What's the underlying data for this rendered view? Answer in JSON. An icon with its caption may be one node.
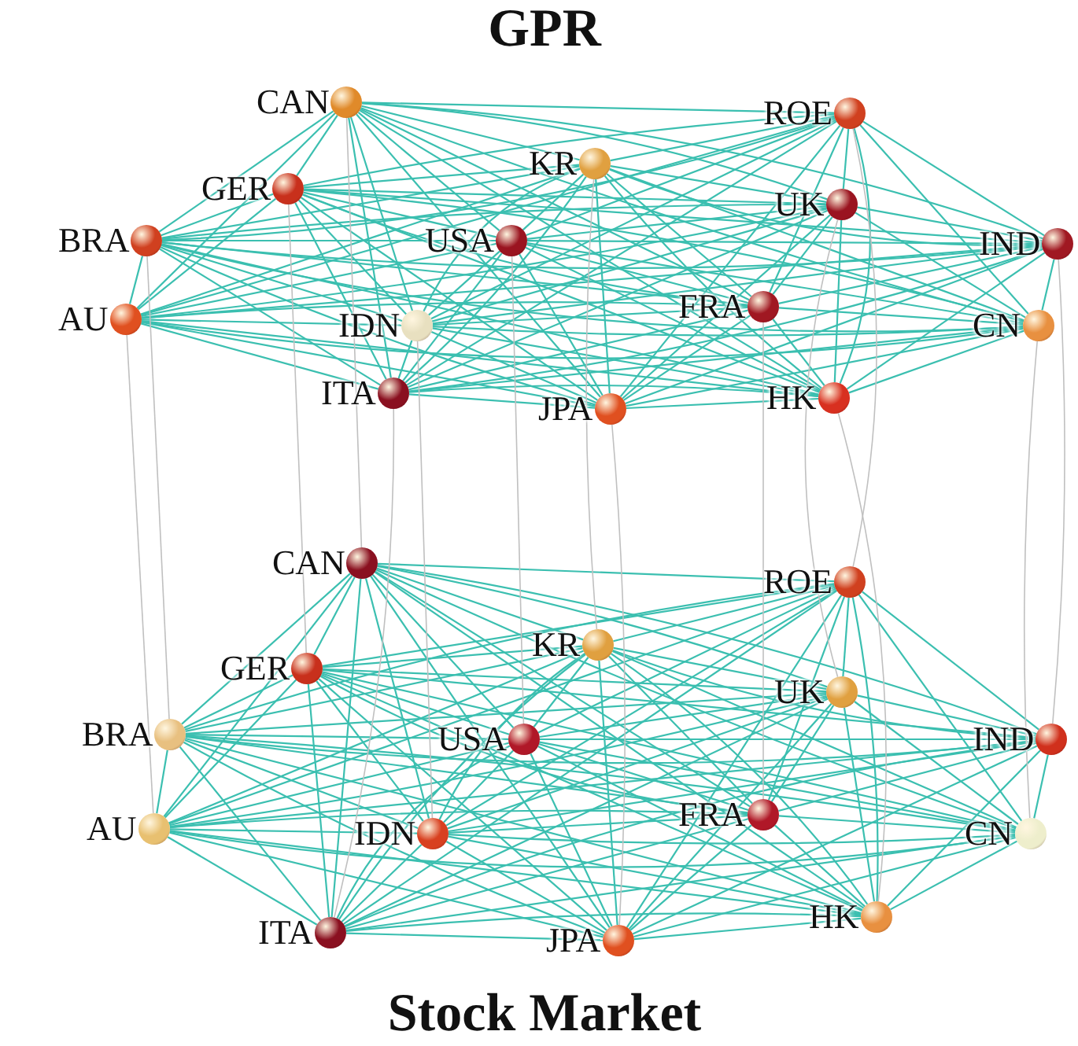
{
  "diagram": {
    "nodes": [
      {
        "text": [
          "CAN"
        ]
      },
      {
        "text": [
          "ROE"
        ]
      },
      {
        "text": [
          "KR"
        ]
      },
      {
        "text": [
          "GER"
        ]
      },
      {
        "text": [
          "UK"
        ]
      },
      {
        "text": [
          "BRA"
        ]
      },
      {
        "text": [
          "USA"
        ]
      },
      {
        "text": [
          "IND"
        ]
      },
      {
        "text": [
          "AU"
        ]
      },
      {
        "text": [
          "IDN"
        ]
      },
      {
        "text": [
          "FRA"
        ]
      },
      {
        "text": [
          "CN"
        ]
      },
      {
        "text": [
          "ITA"
        ]
      },
      {
        "text": [
          "JPA"
        ]
      },
      {
        "text": [
          "HK"
        ]
      },
      {
        "text": [
          "CAN"
        ]
      },
      {
        "text": [
          "ROE"
        ]
      },
      {
        "text": [
          "KR"
        ]
      },
      {
        "text": [
          "GER"
        ]
      },
      {
        "text": [
          "UK"
        ]
      },
      {
        "text": [
          "BRA"
        ]
      },
      {
        "text": [
          "USA"
        ]
      },
      {
        "text": [
          "IND"
        ]
      },
      {
        "text": [
          "AU"
        ]
      },
      {
        "text": [
          "IDN"
        ]
      },
      {
        "text": [
          "FRA"
        ]
      },
      {
        "text": [
          "CN"
        ]
      },
      {
        "text": [
          "ITA"
        ]
      },
      {
        "text": [
          "JPA"
        ]
      },
      {
        "text": [
          "HK"
        ]
      }
    ],
    "edges": [
      {
        "from": 0,
        "to": 1,
        "arrow": "none"
      },
      {
        "from": 0,
        "to": 2,
        "arrow": "none"
      },
      {
        "from": 0,
        "to": 3,
        "arrow": "none"
      },
      {
        "from": 0,
        "to": 4,
        "arrow": "none"
      },
      {
        "from": 0,
        "to": 5,
        "arrow": "none"
      },
      {
        "from": 0,
        "to": 6,
        "arrow": "none"
      },
      {
        "from": 0,
        "to": 7,
        "arrow": "none"
      },
      {
        "from": 0,
        "to": 8,
        "arrow": "none"
      },
      {
        "from": 0,
        "to": 9,
        "arrow": "none"
      },
      {
        "from": 0,
        "to": 10,
        "arrow": "none"
      },
      {
        "from": 0,
        "to": 11,
        "arrow": "none"
      },
      {
        "from": 0,
        "to": 12,
        "arrow": "none"
      },
      {
        "from": 0,
        "to": 13,
        "arrow": "none"
      },
      {
        "from": 0,
        "to": 14,
        "arrow": "none"
      },
      {
        "from": 1,
        "to": 2,
        "arrow": "none"
      },
      {
        "from": 1,
        "to": 3,
        "arrow": "none"
      },
      {
        "from": 1,
        "to": 4,
        "arrow": "none"
      },
      {
        "from": 1,
        "to": 5,
        "arrow": "none"
      },
      {
        "from": 1,
        "to": 6,
        "arrow": "none"
      },
      {
        "from": 1,
        "to": 7,
        "arrow": "none"
      },
      {
        "from": 1,
        "to": 8,
        "arrow": "none"
      },
      {
        "from": 1,
        "to": 9,
        "arrow": "none"
      },
      {
        "from": 1,
        "to": 10,
        "arrow": "none"
      },
      {
        "from": 1,
        "to": 11,
        "arrow": "none"
      },
      {
        "from": 1,
        "to": 12,
        "arrow": "none"
      },
      {
        "from": 1,
        "to": 13,
        "arrow": "none"
      },
      {
        "from": 1,
        "to": 14,
        "arrow": "none"
      },
      {
        "from": 2,
        "to": 3,
        "arrow": "none"
      },
      {
        "from": 2,
        "to": 4,
        "arrow": "none"
      },
      {
        "from": 2,
        "to": 5,
        "arrow": "none"
      },
      {
        "from": 2,
        "to": 6,
        "arrow": "none"
      },
      {
        "from": 2,
        "to": 7,
        "arrow": "none"
      },
      {
        "from": 2,
        "to": 8,
        "arrow": "none"
      },
      {
        "from": 2,
        "to": 9,
        "arrow": "none"
      },
      {
        "from": 2,
        "to": 10,
        "arrow": "none"
      },
      {
        "from": 2,
        "to": 11,
        "arrow": "none"
      },
      {
        "from": 2,
        "to": 12,
        "arrow": "none"
      },
      {
        "from": 2,
        "to": 13,
        "arrow": "none"
      },
      {
        "from": 2,
        "to": 14,
        "arrow": "none"
      },
      {
        "from": 3,
        "to": 4,
        "arrow": "none"
      },
      {
        "from": 3,
        "to": 5,
        "arrow": "none"
      },
      {
        "from": 3,
        "to": 6,
        "arrow": "none"
      },
      {
        "from": 3,
        "to": 7,
        "arrow": "none"
      },
      {
        "from": 3,
        "to": 8,
        "arrow": "none"
      },
      {
        "from": 3,
        "to": 9,
        "arrow": "none"
      },
      {
        "from": 3,
        "to": 10,
        "arrow": "none"
      },
      {
        "from": 3,
        "to": 11,
        "arrow": "none"
      },
      {
        "from": 3,
        "to": 12,
        "arrow": "none"
      },
      {
        "from": 3,
        "to": 13,
        "arrow": "none"
      },
      {
        "from": 3,
        "to": 14,
        "arrow": "none"
      },
      {
        "from": 4,
        "to": 5,
        "arrow": "none"
      },
      {
        "from": 4,
        "to": 6,
        "arrow": "none"
      },
      {
        "from": 4,
        "to": 7,
        "arrow": "none"
      },
      {
        "from": 4,
        "to": 8,
        "arrow": "none"
      },
      {
        "from": 4,
        "to": 9,
        "arrow": "none"
      },
      {
        "from": 4,
        "to": 10,
        "arrow": "none"
      },
      {
        "from": 4,
        "to": 11,
        "arrow": "none"
      },
      {
        "from": 4,
        "to": 12,
        "arrow": "none"
      },
      {
        "from": 4,
        "to": 13,
        "arrow": "none"
      },
      {
        "from": 4,
        "to": 14,
        "arrow": "none"
      },
      {
        "from": 5,
        "to": 6,
        "arrow": "none"
      },
      {
        "from": 5,
        "to": 7,
        "arrow": "none"
      },
      {
        "from": 5,
        "to": 8,
        "arrow": "none"
      },
      {
        "from": 5,
        "to": 9,
        "arrow": "none"
      },
      {
        "from": 5,
        "to": 10,
        "arrow": "none"
      },
      {
        "from": 5,
        "to": 11,
        "arrow": "none"
      },
      {
        "from": 5,
        "to": 12,
        "arrow": "none"
      },
      {
        "from": 5,
        "to": 13,
        "arrow": "none"
      },
      {
        "from": 5,
        "to": 14,
        "arrow": "none"
      },
      {
        "from": 6,
        "to": 7,
        "arrow": "none"
      },
      {
        "from": 6,
        "to": 8,
        "arrow": "none"
      },
      {
        "from": 6,
        "to": 9,
        "arrow": "none"
      },
      {
        "from": 6,
        "to": 10,
        "arrow": "none"
      },
      {
        "from": 6,
        "to": 11,
        "arrow": "none"
      },
      {
        "from": 6,
        "to": 12,
        "arrow": "none"
      },
      {
        "from": 6,
        "to": 13,
        "arrow": "none"
      },
      {
        "from": 6,
        "to": 14,
        "arrow": "none"
      },
      {
        "from": 7,
        "to": 8,
        "arrow": "none"
      },
      {
        "from": 7,
        "to": 9,
        "arrow": "none"
      },
      {
        "from": 7,
        "to": 10,
        "arrow": "none"
      },
      {
        "from": 7,
        "to": 11,
        "arrow": "none"
      },
      {
        "from": 7,
        "to": 12,
        "arrow": "none"
      },
      {
        "from": 7,
        "to": 13,
        "arrow": "none"
      },
      {
        "from": 7,
        "to": 14,
        "arrow": "none"
      },
      {
        "from": 8,
        "to": 9,
        "arrow": "none"
      },
      {
        "from": 8,
        "to": 10,
        "arrow": "none"
      },
      {
        "from": 8,
        "to": 11,
        "arrow": "none"
      },
      {
        "from": 8,
        "to": 12,
        "arrow": "none"
      },
      {
        "from": 8,
        "to": 13,
        "arrow": "none"
      },
      {
        "from": 8,
        "to": 14,
        "arrow": "none"
      },
      {
        "from": 9,
        "to": 10,
        "arrow": "none"
      },
      {
        "from": 9,
        "to": 11,
        "arrow": "none"
      },
      {
        "from": 9,
        "to": 12,
        "arrow": "none"
      },
      {
        "from": 9,
        "to": 13,
        "arrow": "none"
      },
      {
        "from": 9,
        "to": 14,
        "arrow": "none"
      },
      {
        "from": 10,
        "to": 11,
        "arrow": "none"
      },
      {
        "from": 10,
        "to": 12,
        "arrow": "none"
      },
      {
        "from": 10,
        "to": 13,
        "arrow": "none"
      },
      {
        "from": 10,
        "to": 14,
        "arrow": "none"
      },
      {
        "from": 11,
        "to": 12,
        "arrow": "none"
      },
      {
        "from": 11,
        "to": 13,
        "arrow": "none"
      },
      {
        "from": 11,
        "to": 14,
        "arrow": "none"
      },
      {
        "from": 12,
        "to": 13,
        "arrow": "none"
      },
      {
        "from": 12,
        "to": 14,
        "arrow": "none"
      },
      {
        "from": 13,
        "to": 14,
        "arrow": "none"
      },
      {
        "from": 15,
        "to": 16,
        "arrow": "none"
      },
      {
        "from": 15,
        "to": 17,
        "arrow": "none"
      },
      {
        "from": 15,
        "to": 18,
        "arrow": "none"
      },
      {
        "from": 15,
        "to": 19,
        "arrow": "none"
      },
      {
        "from": 15,
        "to": 20,
        "arrow": "none"
      },
      {
        "from": 15,
        "to": 21,
        "arrow": "none"
      },
      {
        "from": 15,
        "to": 22,
        "arrow": "none"
      },
      {
        "from": 15,
        "to": 23,
        "arrow": "none"
      },
      {
        "from": 15,
        "to": 24,
        "arrow": "none"
      },
      {
        "from": 15,
        "to": 25,
        "arrow": "none"
      },
      {
        "from": 15,
        "to": 26,
        "arrow": "none"
      },
      {
        "from": 15,
        "to": 27,
        "arrow": "none"
      },
      {
        "from": 15,
        "to": 28,
        "arrow": "none"
      },
      {
        "from": 15,
        "to": 29,
        "arrow": "none"
      },
      {
        "from": 16,
        "to": 17,
        "arrow": "none"
      },
      {
        "from": 16,
        "to": 18,
        "arrow": "none"
      },
      {
        "from": 16,
        "to": 19,
        "arrow": "none"
      },
      {
        "from": 16,
        "to": 20,
        "arrow": "none"
      },
      {
        "from": 16,
        "to": 21,
        "arrow": "none"
      },
      {
        "from": 16,
        "to": 22,
        "arrow": "none"
      },
      {
        "from": 16,
        "to": 23,
        "arrow": "none"
      },
      {
        "from": 16,
        "to": 24,
        "arrow": "none"
      },
      {
        "from": 16,
        "to": 25,
        "arrow": "none"
      },
      {
        "from": 16,
        "to": 26,
        "arrow": "none"
      },
      {
        "from": 16,
        "to": 27,
        "arrow": "none"
      },
      {
        "from": 16,
        "to": 28,
        "arrow": "none"
      },
      {
        "from": 16,
        "to": 29,
        "arrow": "none"
      },
      {
        "from": 17,
        "to": 18,
        "arrow": "none"
      },
      {
        "from": 17,
        "to": 19,
        "arrow": "none"
      },
      {
        "from": 17,
        "to": 20,
        "arrow": "none"
      },
      {
        "from": 17,
        "to": 21,
        "arrow": "none"
      },
      {
        "from": 17,
        "to": 22,
        "arrow": "none"
      },
      {
        "from": 17,
        "to": 23,
        "arrow": "none"
      },
      {
        "from": 17,
        "to": 24,
        "arrow": "none"
      },
      {
        "from": 17,
        "to": 25,
        "arrow": "none"
      },
      {
        "from": 17,
        "to": 26,
        "arrow": "none"
      },
      {
        "from": 17,
        "to": 27,
        "arrow": "none"
      },
      {
        "from": 17,
        "to": 28,
        "arrow": "none"
      },
      {
        "from": 17,
        "to": 29,
        "arrow": "none"
      },
      {
        "from": 18,
        "to": 19,
        "arrow": "none"
      },
      {
        "from": 18,
        "to": 20,
        "arrow": "none"
      },
      {
        "from": 18,
        "to": 21,
        "arrow": "none"
      },
      {
        "from": 18,
        "to": 22,
        "arrow": "none"
      },
      {
        "from": 18,
        "to": 23,
        "arrow": "none"
      },
      {
        "from": 18,
        "to": 24,
        "arrow": "none"
      },
      {
        "from": 18,
        "to": 25,
        "arrow": "none"
      },
      {
        "from": 18,
        "to": 26,
        "arrow": "none"
      },
      {
        "from": 18,
        "to": 27,
        "arrow": "none"
      },
      {
        "from": 18,
        "to": 28,
        "arrow": "none"
      },
      {
        "from": 18,
        "to": 29,
        "arrow": "none"
      },
      {
        "from": 19,
        "to": 20,
        "arrow": "none"
      },
      {
        "from": 19,
        "to": 21,
        "arrow": "none"
      },
      {
        "from": 19,
        "to": 22,
        "arrow": "none"
      },
      {
        "from": 19,
        "to": 23,
        "arrow": "none"
      },
      {
        "from": 19,
        "to": 24,
        "arrow": "none"
      },
      {
        "from": 19,
        "to": 25,
        "arrow": "none"
      },
      {
        "from": 19,
        "to": 26,
        "arrow": "none"
      },
      {
        "from": 19,
        "to": 27,
        "arrow": "none"
      },
      {
        "from": 19,
        "to": 28,
        "arrow": "none"
      },
      {
        "from": 19,
        "to": 29,
        "arrow": "none"
      },
      {
        "from": 20,
        "to": 21,
        "arrow": "none"
      },
      {
        "from": 20,
        "to": 22,
        "arrow": "none"
      },
      {
        "from": 20,
        "to": 23,
        "arrow": "none"
      },
      {
        "from": 20,
        "to": 24,
        "arrow": "none"
      },
      {
        "from": 20,
        "to": 25,
        "arrow": "none"
      },
      {
        "from": 20,
        "to": 26,
        "arrow": "none"
      },
      {
        "from": 20,
        "to": 27,
        "arrow": "none"
      },
      {
        "from": 20,
        "to": 28,
        "arrow": "none"
      },
      {
        "from": 20,
        "to": 29,
        "arrow": "none"
      },
      {
        "from": 21,
        "to": 22,
        "arrow": "none"
      },
      {
        "from": 21,
        "to": 23,
        "arrow": "none"
      },
      {
        "from": 21,
        "to": 24,
        "arrow": "none"
      },
      {
        "from": 21,
        "to": 25,
        "arrow": "none"
      },
      {
        "from": 21,
        "to": 26,
        "arrow": "none"
      },
      {
        "from": 21,
        "to": 27,
        "arrow": "none"
      },
      {
        "from": 21,
        "to": 28,
        "arrow": "none"
      },
      {
        "from": 21,
        "to": 29,
        "arrow": "none"
      },
      {
        "from": 22,
        "to": 23,
        "arrow": "none"
      },
      {
        "from": 22,
        "to": 24,
        "arrow": "none"
      },
      {
        "from": 22,
        "to": 25,
        "arrow": "none"
      },
      {
        "from": 22,
        "to": 26,
        "arrow": "none"
      },
      {
        "from": 22,
        "to": 27,
        "arrow": "none"
      },
      {
        "from": 22,
        "to": 28,
        "arrow": "none"
      },
      {
        "from": 22,
        "to": 29,
        "arrow": "none"
      },
      {
        "from": 23,
        "to": 24,
        "arrow": "none"
      },
      {
        "from": 23,
        "to": 25,
        "arrow": "none"
      },
      {
        "from": 23,
        "to": 26,
        "arrow": "none"
      },
      {
        "from": 23,
        "to": 27,
        "arrow": "none"
      },
      {
        "from": 23,
        "to": 28,
        "arrow": "none"
      },
      {
        "from": 23,
        "to": 29,
        "arrow": "none"
      },
      {
        "from": 24,
        "to": 25,
        "arrow": "none"
      },
      {
        "from": 24,
        "to": 26,
        "arrow": "none"
      },
      {
        "from": 24,
        "to": 27,
        "arrow": "none"
      },
      {
        "from": 24,
        "to": 28,
        "arrow": "none"
      },
      {
        "from": 24,
        "to": 29,
        "arrow": "none"
      },
      {
        "from": 25,
        "to": 26,
        "arrow": "none"
      },
      {
        "from": 25,
        "to": 27,
        "arrow": "none"
      },
      {
        "from": 25,
        "to": 28,
        "arrow": "none"
      },
      {
        "from": 25,
        "to": 29,
        "arrow": "none"
      },
      {
        "from": 26,
        "to": 27,
        "arrow": "none"
      },
      {
        "from": 26,
        "to": 28,
        "arrow": "none"
      },
      {
        "from": 26,
        "to": 29,
        "arrow": "none"
      },
      {
        "from": 27,
        "to": 28,
        "arrow": "none"
      },
      {
        "from": 27,
        "to": 29,
        "arrow": "none"
      },
      {
        "from": 28,
        "to": 29,
        "arrow": "none"
      },
      {
        "from": 0,
        "to": 15,
        "arrow": "none",
        "color": "#c0c0c0"
      },
      {
        "from": 1,
        "to": 16,
        "arrow": "none",
        "color": "#c0c0c0"
      },
      {
        "from": 2,
        "to": 17,
        "arrow": "none",
        "color": "#c0c0c0"
      },
      {
        "from": 3,
        "to": 18,
        "arrow": "none",
        "color": "#c0c0c0"
      },
      {
        "from": 4,
        "to": 19,
        "arrow": "none",
        "color": "#c0c0c0"
      },
      {
        "from": 5,
        "to": 20,
        "arrow": "none",
        "color": "#c0c0c0"
      },
      {
        "from": 6,
        "to": 21,
        "arrow": "none",
        "color": "#c0c0c0"
      },
      {
        "from": 7,
        "to": 22,
        "arrow": "none",
        "color": "#c0c0c0"
      },
      {
        "from": 8,
        "to": 23,
        "arrow": "none",
        "color": "#c0c0c0"
      },
      {
        "from": 9,
        "to": 24,
        "arrow": "none",
        "color": "#c0c0c0"
      },
      {
        "from": 10,
        "to": 25,
        "arrow": "none",
        "color": "#c0c0c0"
      },
      {
        "from": 11,
        "to": 26,
        "arrow": "none",
        "color": "#c0c0c0"
      },
      {
        "from": 12,
        "to": 27,
        "arrow": "none",
        "color": "#c0c0c0"
      },
      {
        "from": 13,
        "to": 28,
        "arrow": "none",
        "color": "#c0c0c0"
      },
      {
        "from": 14,
        "to": 29,
        "arrow": "none",
        "color": "#c0c0c0"
      }
    ],
    "labels": [
      "GPR",
      "Stock Market"
    ]
  }
}
